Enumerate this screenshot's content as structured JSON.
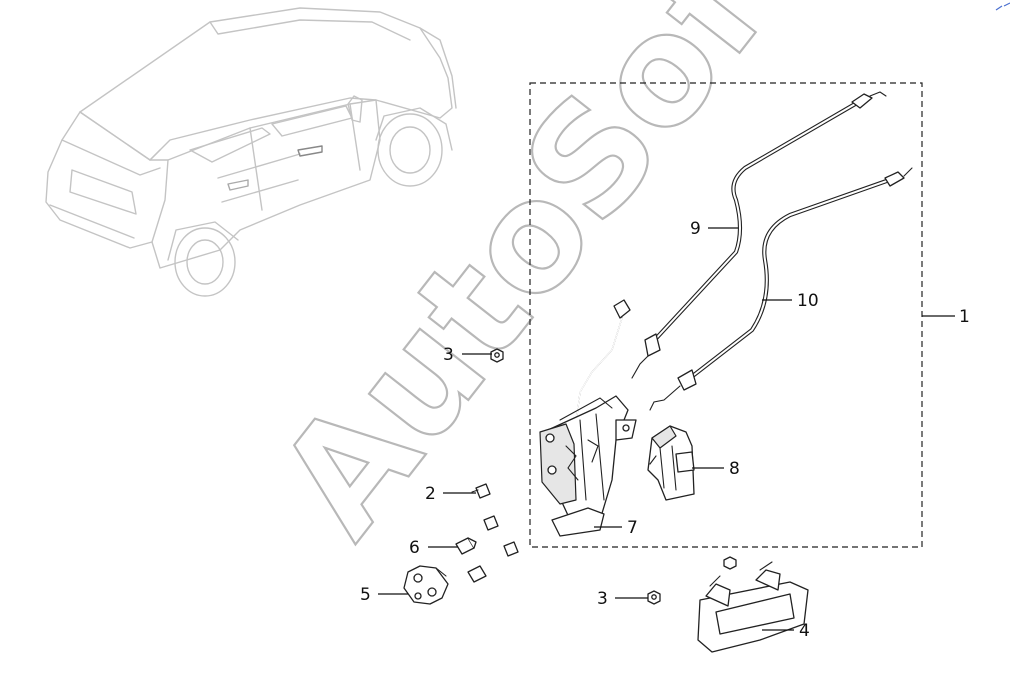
{
  "watermark": {
    "text": "AutoSoft"
  },
  "callouts": {
    "c1": "1",
    "c2": "2",
    "c3a": "3",
    "c3b": "3",
    "c4": "4",
    "c5": "5",
    "c6": "6",
    "c7": "7",
    "c8": "8",
    "c9": "9",
    "c10": "10"
  },
  "colors": {
    "line": "#222222",
    "car_outline": "#c4c4c4",
    "watermark_stroke": "#b8b8b8",
    "background": "#ffffff"
  }
}
